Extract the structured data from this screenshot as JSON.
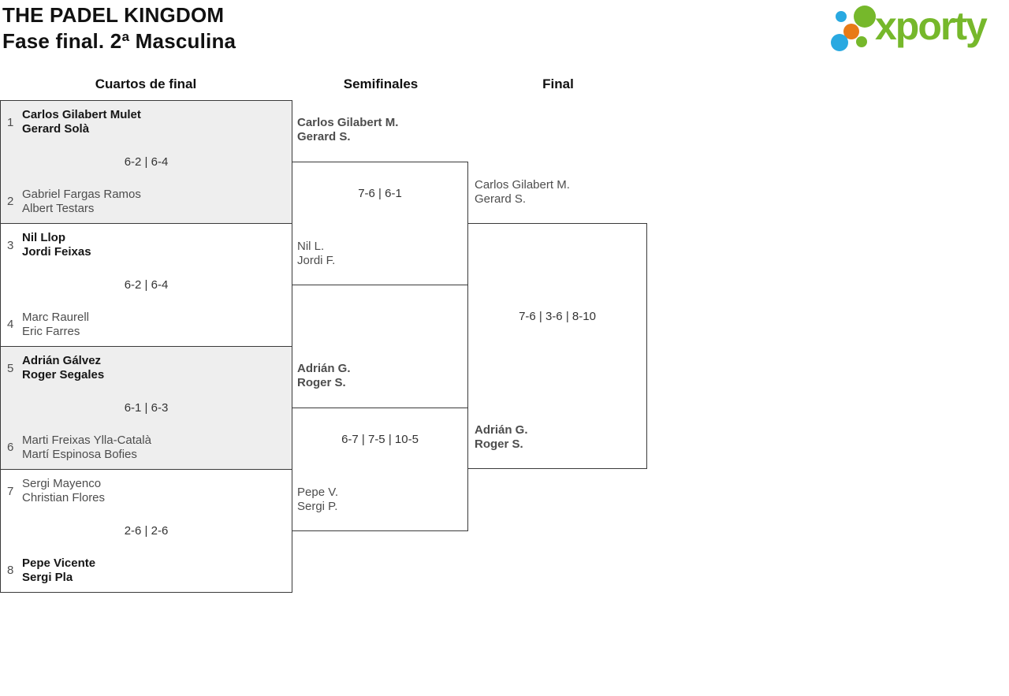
{
  "header": {
    "title": "THE PADEL KINGDOM",
    "subtitle": "Fase final. 2ª Masculina"
  },
  "logo": {
    "text": "xporty",
    "colors": {
      "green": "#76b82b",
      "blue": "#29a9e1",
      "orange": "#e87a16"
    }
  },
  "rounds": {
    "quarterfinals": "Cuartos de final",
    "semifinals": "Semifinales",
    "final": "Final"
  },
  "quarterfinals": [
    {
      "seed_top": "1",
      "top": {
        "line1": "Carlos Gilabert Mulet",
        "line2": "Gerard Solà",
        "winner": true
      },
      "score": "6-2 | 6-4",
      "seed_bottom": "2",
      "bottom": {
        "line1": "Gabriel Fargas Ramos",
        "line2": "Albert Testars",
        "winner": false
      }
    },
    {
      "seed_top": "3",
      "top": {
        "line1": "Nil Llop",
        "line2": "Jordi Feixas",
        "winner": true
      },
      "score": "6-2 | 6-4",
      "seed_bottom": "4",
      "bottom": {
        "line1": "Marc Raurell",
        "line2": "Eric Farres",
        "winner": false
      }
    },
    {
      "seed_top": "5",
      "top": {
        "line1": "Adrián Gálvez",
        "line2": "Roger Segales",
        "winner": true
      },
      "score": "6-1 | 6-3",
      "seed_bottom": "6",
      "bottom": {
        "line1": "Marti Freixas Ylla-Català",
        "line2": "Martí Espinosa Bofies",
        "winner": false
      }
    },
    {
      "seed_top": "7",
      "top": {
        "line1": "Sergi Mayenco",
        "line2": "Christian Flores",
        "winner": false
      },
      "score": "2-6 | 2-6",
      "seed_bottom": "8",
      "bottom": {
        "line1": "Pepe Vicente",
        "line2": "Sergi Pla",
        "winner": true
      }
    }
  ],
  "semifinals": [
    {
      "top": {
        "line1": "Carlos Gilabert M.",
        "line2": "Gerard S.",
        "winner": true
      },
      "score": "7-6 | 6-1",
      "bottom": {
        "line1": "Nil L.",
        "line2": "Jordi F.",
        "winner": false
      }
    },
    {
      "top": {
        "line1": "Adrián G.",
        "line2": "Roger S.",
        "winner": true
      },
      "score": "6-7 | 7-5 | 10-5",
      "bottom": {
        "line1": "Pepe V.",
        "line2": "Sergi P.",
        "winner": false
      }
    }
  ],
  "final": {
    "top": {
      "line1": "Carlos Gilabert M.",
      "line2": "Gerard S.",
      "winner": false
    },
    "score": "7-6 | 3-6 | 8-10",
    "bottom": {
      "line1": "Adrián G.",
      "line2": "Roger S.",
      "winner": true
    }
  },
  "styles": {
    "winner_text": "#161616",
    "loser_text": "#4d4d4d",
    "shaded_box_bg": "#eeeeee",
    "border_color": "#3a3a3a"
  }
}
